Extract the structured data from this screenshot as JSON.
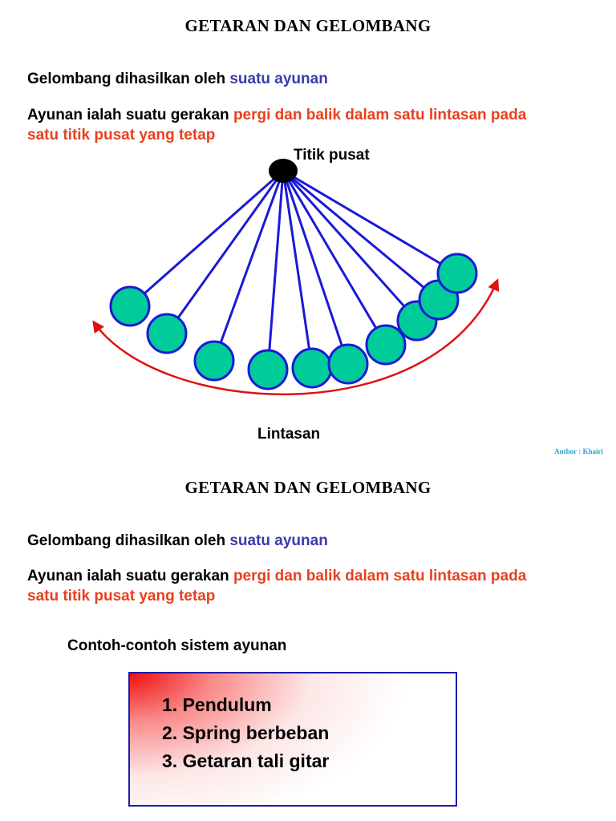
{
  "slide1": {
    "title": "GETARAN DAN GELOMBANG",
    "line1_prefix": "Gelombang dihasilkan oleh ",
    "line1_highlight": "suatu ayunan",
    "line2_prefix": "Ayunan ialah suatu gerakan ",
    "line2_highlight_a": "pergi dan balik dalam satu lintasan pada",
    "line2_highlight_b": "satu titik pusat yang tetap",
    "diagram": {
      "pivot_label": "Titik pusat",
      "path_label": "Lintasan",
      "colors": {
        "string": "#1a1ad6",
        "bob_fill": "#00cc99",
        "bob_stroke": "#1a1ad6",
        "pivot": "#000000",
        "path": "#e01010"
      }
    },
    "author": "Author : Khairi"
  },
  "slide2": {
    "title": "GETARAN DAN GELOMBANG",
    "line1_prefix": "Gelombang dihasilkan oleh ",
    "line1_highlight": "suatu ayunan",
    "line2_prefix": "Ayunan ialah suatu gerakan ",
    "line2_highlight_a": "pergi dan balik dalam satu lintasan pada",
    "line2_highlight_b": "satu titik pusat yang tetap",
    "examples_heading": "Contoh-contoh sistem ayunan",
    "examples": [
      "1. Pendulum",
      "2. Spring berbeban",
      "3. Getaran tali gitar"
    ]
  },
  "colors": {
    "accent_blue": "#3a3aaf",
    "accent_red": "#e8401e",
    "author": "#2aa2cf",
    "box_border": "#1c1caa"
  }
}
